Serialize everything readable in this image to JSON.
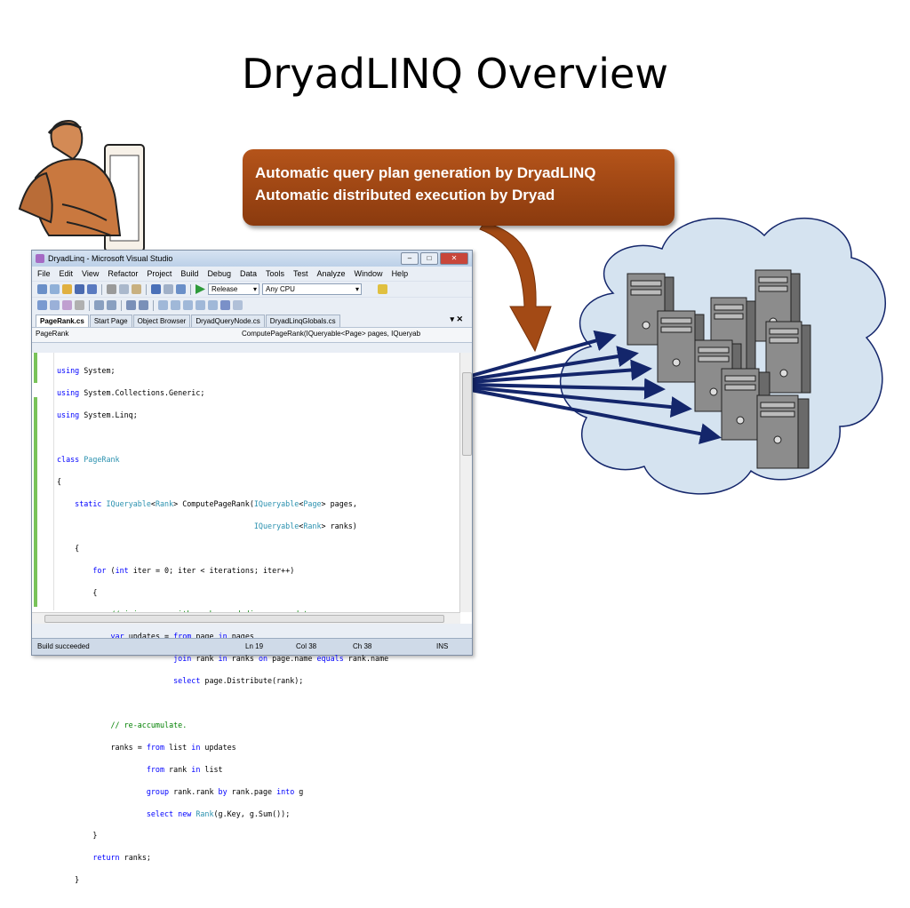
{
  "slide": {
    "title": "DryadLINQ Overview",
    "callout_line1": "Automatic query plan generation by DryadLINQ",
    "callout_line2": "Automatic distributed execution by Dryad"
  },
  "vs": {
    "window_title": "DryadLinq - Microsoft Visual Studio",
    "menu": [
      "File",
      "Edit",
      "View",
      "Refactor",
      "Project",
      "Build",
      "Debug",
      "Data",
      "Tools",
      "Test",
      "Analyze",
      "Window",
      "Help"
    ],
    "config_combo": "Release",
    "platform_combo": "Any CPU",
    "tabs": [
      "PageRank.cs",
      "Start Page",
      "Object Browser",
      "DryadQueryNode.cs",
      "DryadLinqGlobals.cs"
    ],
    "tab_controls": "▾ ✕",
    "nav_class": "PageRank",
    "nav_member": "ComputePageRank(IQueryable<Page> pages, IQueryab",
    "code_lines": [
      "using System;",
      "using System.Collections.Generic;",
      "using System.Linq;",
      "",
      "class PageRank",
      "{",
      "    static IQueryable<Rank> ComputePageRank(IQueryable<Page> pages,",
      "                                            IQueryable<Rank> ranks)",
      "    {",
      "        for (int iter = 0; iter < iterations; iter++)",
      "        {",
      "            // join pages with ranks, and disperse updates",
      "            var updates = from page in pages",
      "                          join rank in ranks on page.name equals rank.name",
      "                          select page.Distribute(rank);",
      "",
      "            // re-accumulate.",
      "            ranks = from list in updates",
      "                    from rank in list",
      "                    group rank.rank by rank.page into g",
      "                    select new Rank(g.Key, g.Sum());",
      "        }",
      "        return ranks;",
      "    }"
    ],
    "status": {
      "message": "Build succeeded",
      "line": "Ln 19",
      "col": "Col 38",
      "ch": "Ch 38",
      "mode": "INS"
    }
  },
  "colors": {
    "callout": "#a34a15",
    "arrows": "#14266b",
    "cloud": "#d5e3f0",
    "keyword": "#0000ff",
    "type": "#2b91af",
    "comment": "#008000"
  }
}
